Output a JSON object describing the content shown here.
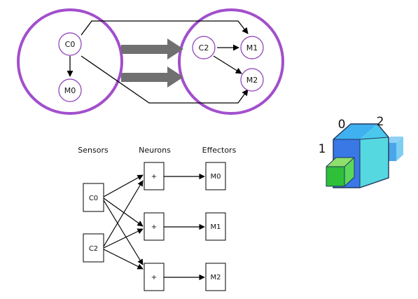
{
  "top_diagram": {
    "left_group": {
      "nodes": {
        "c0": "C0",
        "m0": "M0"
      }
    },
    "right_group": {
      "nodes": {
        "c2": "C2",
        "m1": "M1",
        "m2": "M2"
      }
    }
  },
  "network": {
    "headers": {
      "sensors": "Sensors",
      "neurons": "Neurons",
      "effectors": "Effectors"
    },
    "sensors": [
      "C0",
      "C2"
    ],
    "neurons": [
      "+",
      "+",
      "+"
    ],
    "effectors": [
      "M0",
      "M1",
      "M2"
    ]
  },
  "cube_icon": {
    "labels": {
      "top": "0",
      "left": "1",
      "right": "2"
    },
    "colors": {
      "front": "#3a7de8",
      "side": "#55d8e0",
      "top": "#3fb0f0",
      "small_green": "#2fc03a",
      "small_blue": "#49a6e8",
      "purple_ring": "#a24fcc"
    }
  }
}
